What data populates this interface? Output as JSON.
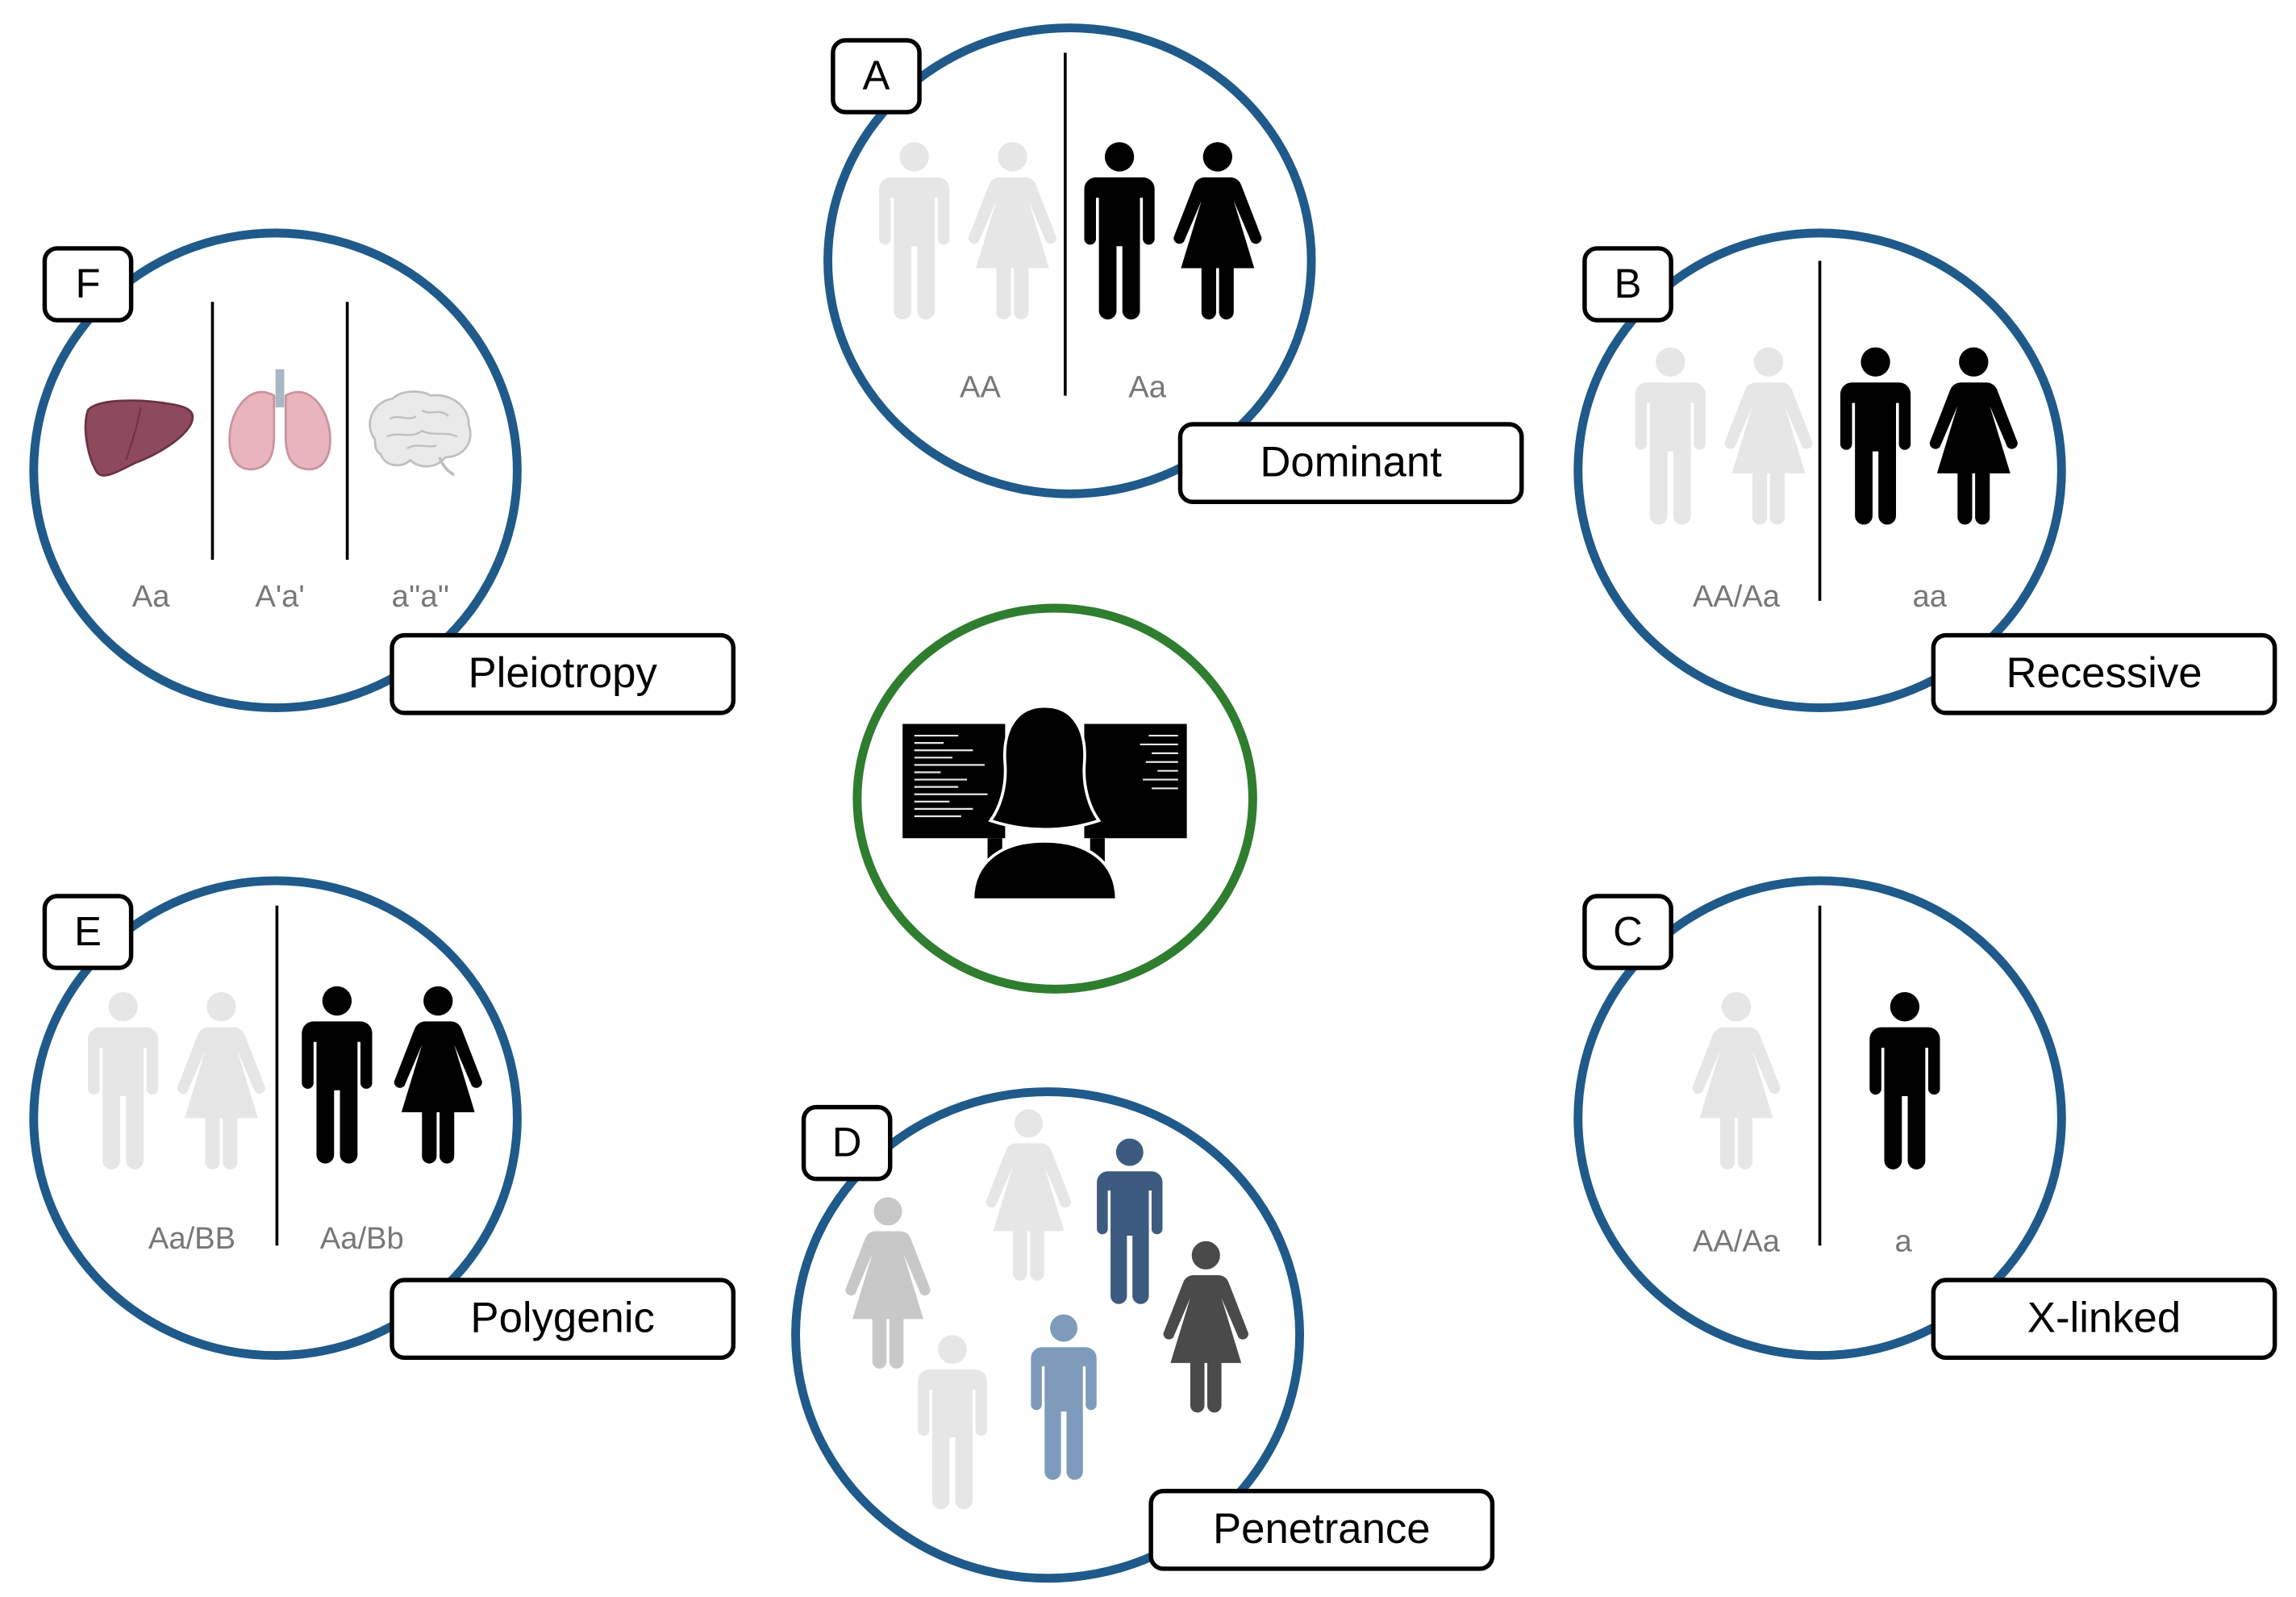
{
  "center": {
    "icon": "person-at-computer-icon",
    "ring_color": "#2f7d2f"
  },
  "ring_color": "#1f5a8a",
  "colors": {
    "affected": "#000000",
    "unaffected": "#e6e6e6",
    "penetrance_blue_dark": "#3d5a80",
    "penetrance_blue_light": "#7f9bbb",
    "penetrance_gray": "#c8c8c8",
    "penetrance_dark": "#4a4a4a"
  },
  "panels": {
    "A": {
      "letter": "A",
      "label": "Dominant",
      "genotypes": [
        "AA",
        "Aa"
      ]
    },
    "B": {
      "letter": "B",
      "label": "Recessive",
      "genotypes": [
        "AA/Aa",
        "aa"
      ]
    },
    "C": {
      "letter": "C",
      "label": "X-linked",
      "genotypes": [
        "AA/Aa",
        "a"
      ]
    },
    "D": {
      "letter": "D",
      "label": "Penetrance"
    },
    "E": {
      "letter": "E",
      "label": "Polygenic",
      "genotypes": [
        "Aa/BB",
        "Aa/Bb"
      ]
    },
    "F": {
      "letter": "F",
      "label": "Pleiotropy",
      "genotypes": [
        "Aa",
        "A'a'",
        "a''a''"
      ],
      "organs": [
        "liver-icon",
        "lungs-icon",
        "brain-icon"
      ]
    }
  }
}
